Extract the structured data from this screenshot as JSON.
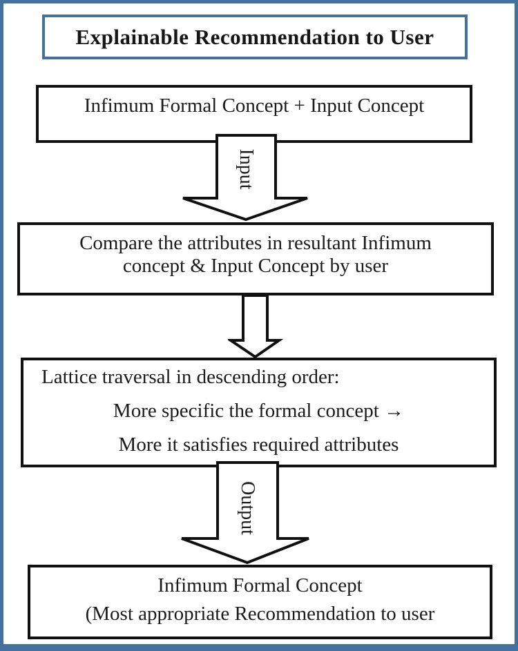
{
  "title": {
    "text": "Explainable Recommendation to User"
  },
  "flow": {
    "box1": {
      "text": "Infimum Formal Concept + Input Concept"
    },
    "input_arrow": {
      "label": "Input"
    },
    "box2": {
      "lines": [
        "Compare the attributes in resultant Infimum",
        "concept & Input Concept by user"
      ]
    },
    "box3": {
      "lines": [
        "Lattice traversal in descending order:",
        "More specific the formal concept →",
        "More it satisfies required attributes"
      ]
    },
    "output_arrow": {
      "label": "Output"
    },
    "box4": {
      "lines": [
        "Infimum Formal Concept",
        "(Most appropriate Recommendation to user"
      ]
    }
  },
  "colors": {
    "frame_border": "#41719c",
    "box_border": "#101010",
    "arrow_fill": "#ffffff",
    "text": "#1b1b1b"
  }
}
